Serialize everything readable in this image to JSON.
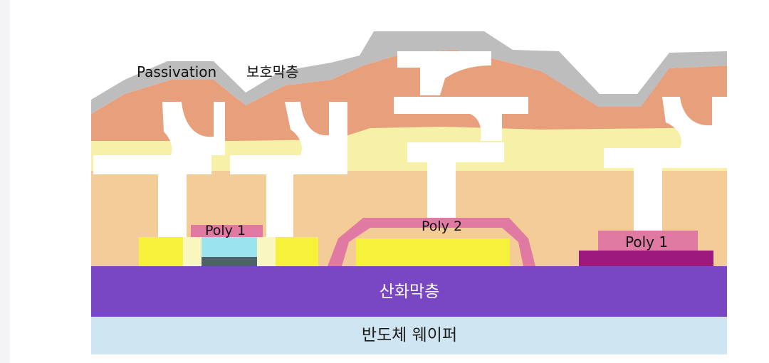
{
  "labels": {
    "passivation": "Passivation",
    "passivation_ko": "보호막층",
    "poly1_left": "Poly 1",
    "poly2": "Poly 2",
    "poly1_right": "Poly 1",
    "oxide": "산화막층",
    "wafer": "반도체 웨이퍼"
  },
  "colors": {
    "passivation": "#bdbdbd",
    "upper_dielectric": "#e8a07c",
    "mid_band": "#f7f1a8",
    "lower_dielectric": "#f3cc98",
    "metal": "#ffffff",
    "poly": "#e07aa3",
    "active_yellow": "#f6f23c",
    "oxide": "#7a47c4",
    "wafer": "#cfe6f2",
    "channel": "#9be4ee",
    "channel_dark": "#4e626a",
    "poly1_right_base": "#9b1a7c"
  }
}
